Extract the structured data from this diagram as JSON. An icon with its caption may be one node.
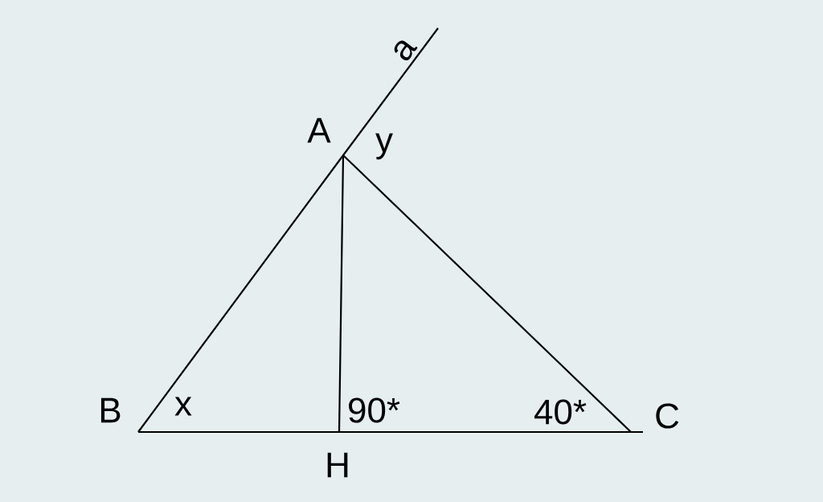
{
  "diagram": {
    "labels": [
      "a",
      "A",
      "y",
      "B",
      "x",
      "90*",
      "40*",
      "C",
      "H"
    ]
  }
}
